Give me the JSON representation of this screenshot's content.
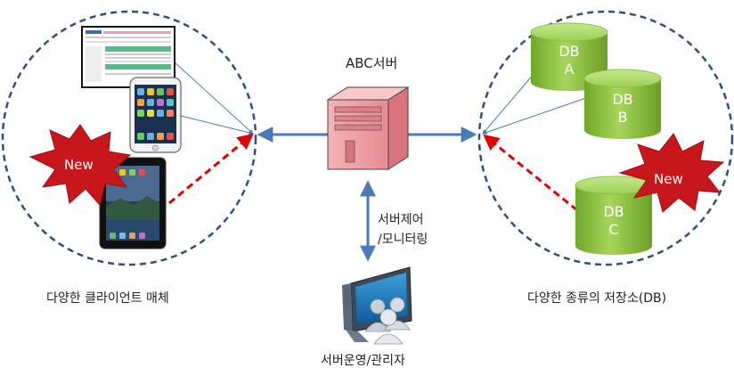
{
  "colors": {
    "circle_border": "#2f4f7f",
    "arrow_solid": "#4a7ab8",
    "arrow_new": "#e00000",
    "db_green": "#8cc43e",
    "burst_red": "#c8161d",
    "server_pink": "#f2a2a6"
  },
  "icons": {
    "server": "server-tower-icon",
    "admin": "admin-monitor-users-icon",
    "laptop": "browser-window-icon",
    "phone": "smartphone-icon",
    "tablet": "tablet-icon"
  },
  "server": {
    "label": "ABC서버"
  },
  "control_link": {
    "label_line1": "서버제어",
    "label_line2": "/모니터링"
  },
  "admin": {
    "label": "서버운영/관리자"
  },
  "clients": {
    "label": "다양한 클라이언트 매체",
    "new_badge": "New"
  },
  "storage": {
    "label": "다양한 종류의 저장소(DB)",
    "new_badge": "New",
    "databases": [
      {
        "line1": "DB",
        "line2": "A"
      },
      {
        "line1": "DB",
        "line2": "B"
      },
      {
        "line1": "DB",
        "line2": "C"
      }
    ]
  }
}
